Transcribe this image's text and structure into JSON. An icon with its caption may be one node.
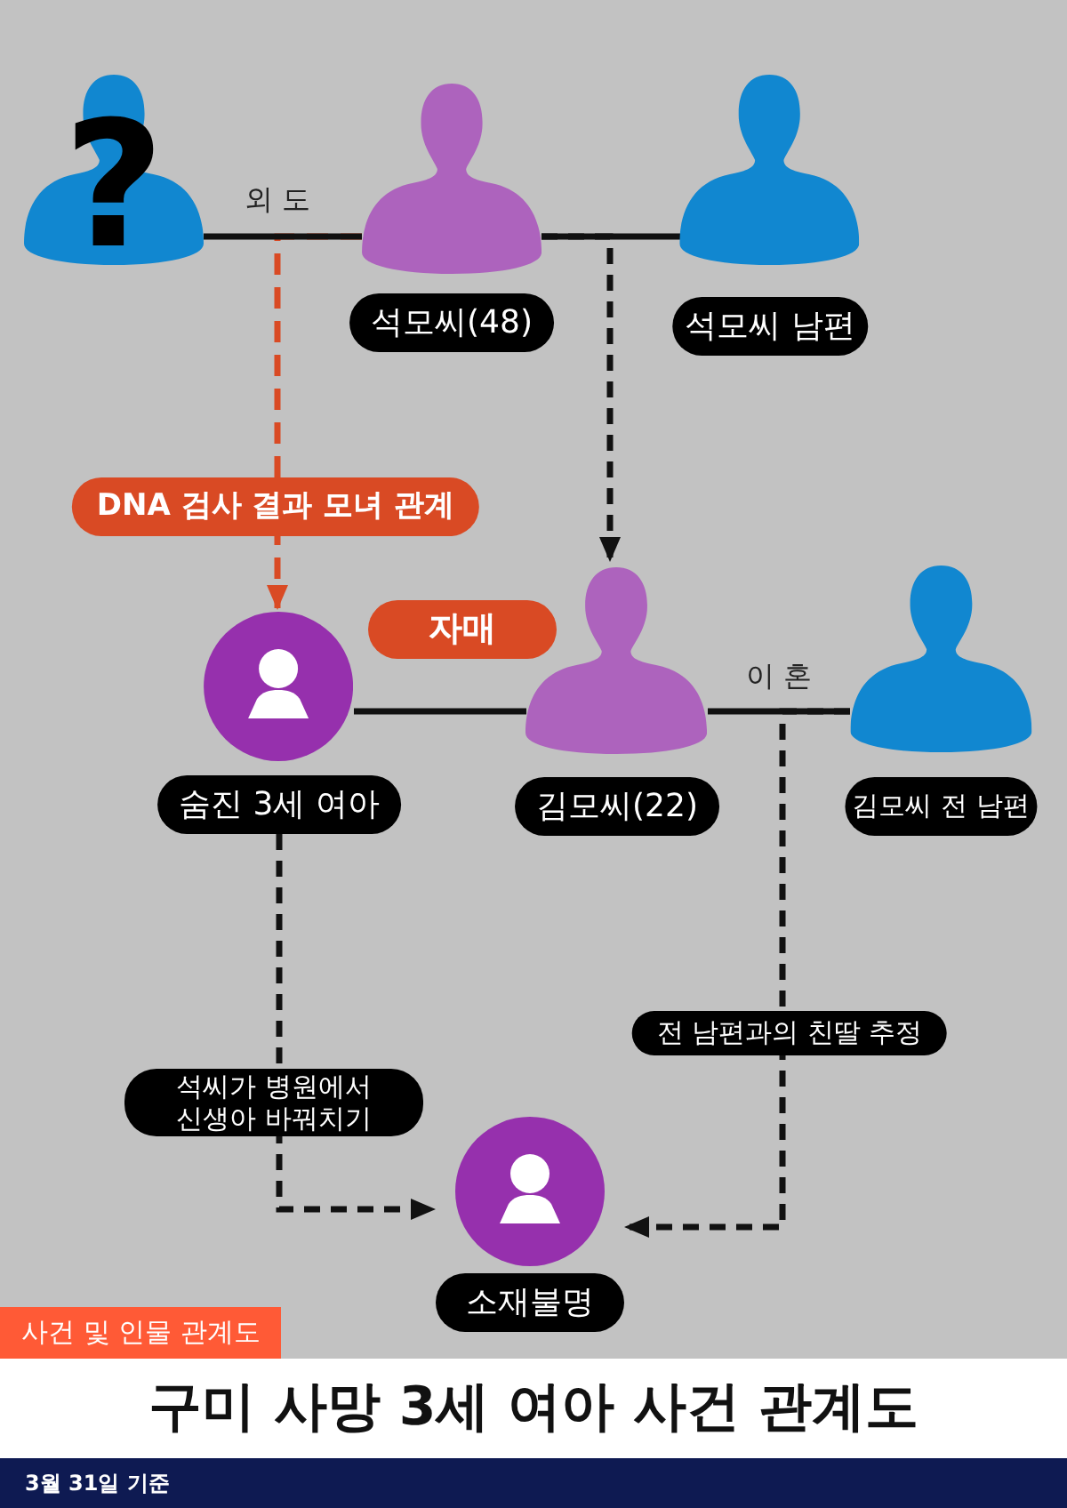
{
  "diagram": {
    "title": "구미 사망 3세 여아 사건 관계도",
    "nodes": [
      {
        "text": [
          "?"
        ]
      },
      {
        "text": [
          "석모씨(48)"
        ]
      },
      {
        "text": [
          "석모씨 남편"
        ]
      },
      {
        "text": [
          "숨진 3세 여아"
        ]
      },
      {
        "text": [
          "김모씨(22)"
        ]
      },
      {
        "text": [
          "김모씨 전 남편"
        ]
      },
      {
        "text": [
          "소재불명"
        ]
      }
    ],
    "edges": [
      {
        "from": 0,
        "to": 1,
        "arrow": "none",
        "label": "외 도"
      },
      {
        "from": 1,
        "to": 2,
        "arrow": "none"
      },
      {
        "from": 1,
        "to": 3,
        "arrow": "to",
        "style": "dashed",
        "color": "#d94a24",
        "label": "DNA 검사 결과 모녀 관계"
      },
      {
        "from": 1,
        "to": 4,
        "arrow": "to",
        "style": "dashed"
      },
      {
        "from": 3,
        "to": 4,
        "arrow": "none",
        "label": "자매"
      },
      {
        "from": 4,
        "to": 5,
        "arrow": "none",
        "label": "이 혼"
      },
      {
        "from": 3,
        "to": 6,
        "arrow": "to",
        "style": "dashed",
        "label": "석씨가 병원에서 신생아 바꿔치기"
      },
      {
        "from": 5,
        "to": 6,
        "arrow": "to",
        "style": "dashed",
        "label": "전 남편과의 친딸 추정"
      }
    ],
    "labels": [
      "사건 및 인물 관계도",
      "3월 31일 기준"
    ]
  }
}
